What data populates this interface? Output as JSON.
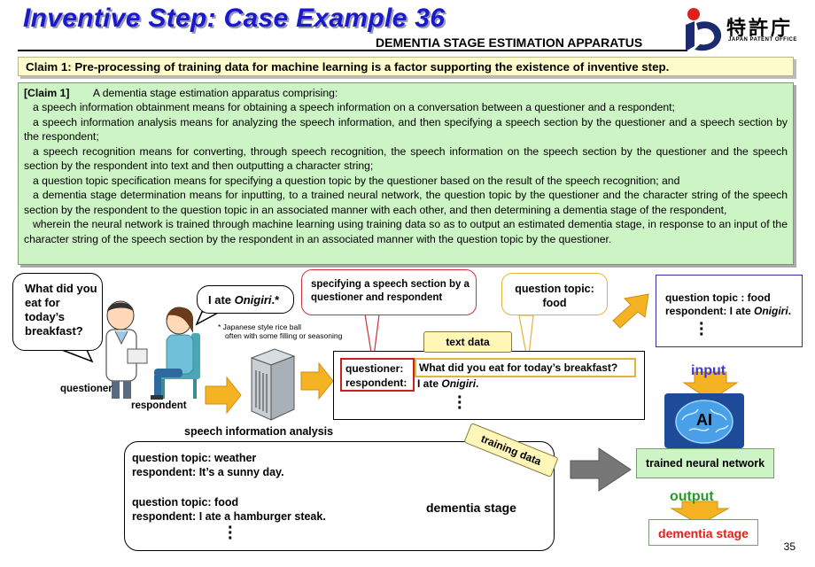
{
  "header": {
    "title": "Inventive Step: Case Example 36",
    "subtitle": "DEMENTIA STAGE ESTIMATION APPARATUS",
    "logo_jp": "特許庁",
    "logo_en": "JAPAN PATENT OFFICE"
  },
  "claim_banner": "Claim 1: Pre-processing of training data for machine learning is a factor supporting the existence of inventive step.",
  "claim": {
    "heading": "[Claim 1]",
    "intro": "A dementia stage estimation apparatus comprising:",
    "paragraphs": [
      "a speech information obtainment means for obtaining a speech information on a conversation between a questioner and a respondent;",
      "a speech information analysis means for analyzing the speech information, and then specifying a speech section by the questioner and a speech section by the respondent;",
      "a speech recognition means for converting, through speech recognition, the speech information on the speech section by the questioner and the speech section by the respondent into text and then outputting a character string;",
      "a question topic specification means for specifying a question topic by the questioner based on the result of the speech recognition; and",
      "a dementia stage determination means for inputting, to a trained neural network, the question topic by the questioner and the character string of the speech section by the respondent to the question topic in an associated manner with each other, and then determining a dementia stage of the respondent,",
      "wherein the neural network is trained through machine learning using training data so as to output an estimated dementia stage, in response to an input of the character string of the speech section by the respondent in an associated manner with the question topic by the questioner."
    ]
  },
  "diagram": {
    "questioner_bubble": "What did you eat for today’s breakfast?",
    "respondent_bubble_prefix": "I ate ",
    "respondent_bubble_italic": "Onigiri",
    "respondent_bubble_suffix": ".*",
    "footnote_line1": "* Japanese style rice ball",
    "footnote_line2": "often with some filling or seasoning",
    "questioner_label": "questioner",
    "respondent_label": "respondent",
    "analysis_label": "speech information analysis",
    "specify_callout": "specifying a speech section by a questioner and respondent",
    "topic_callout_line1": "question topic:",
    "topic_callout_line2": "food",
    "text_data_label": "text data",
    "text_q_label": "questioner:",
    "text_r_label": "respondent:",
    "text_q_value": "What did you eat for today’s breakfast?",
    "text_r_prefix": "I ate ",
    "text_r_italic": "Onigiri",
    "text_r_suffix": ".",
    "input_box_line1": "question topic : food",
    "input_box_line2_prefix": "respondent: I ate ",
    "input_box_line2_italic": "Onigiri",
    "input_box_line2_suffix": ".",
    "input_label": "input",
    "ai_label": "AI",
    "trained_nn_label": "trained neural network",
    "output_label": "output",
    "dementia_output": "dementia stage",
    "training_data_label": "training data",
    "train_q1": "question topic: weather",
    "train_r1": "respondent: It’s a sunny day.",
    "train_q2": "question topic: food",
    "train_r2": "respondent: I ate a hamburger steak.",
    "train_dementia": "dementia stage"
  },
  "page_number": "35",
  "colors": {
    "title_blue": "#1a1acc",
    "banner_yellow": "#fdfbcc",
    "claim_green": "#ccf4c4",
    "arrow_orange": "#f5b324",
    "input_blue": "#3a3adf",
    "output_green": "#2a9a2a",
    "dementia_red": "#e0201a"
  }
}
